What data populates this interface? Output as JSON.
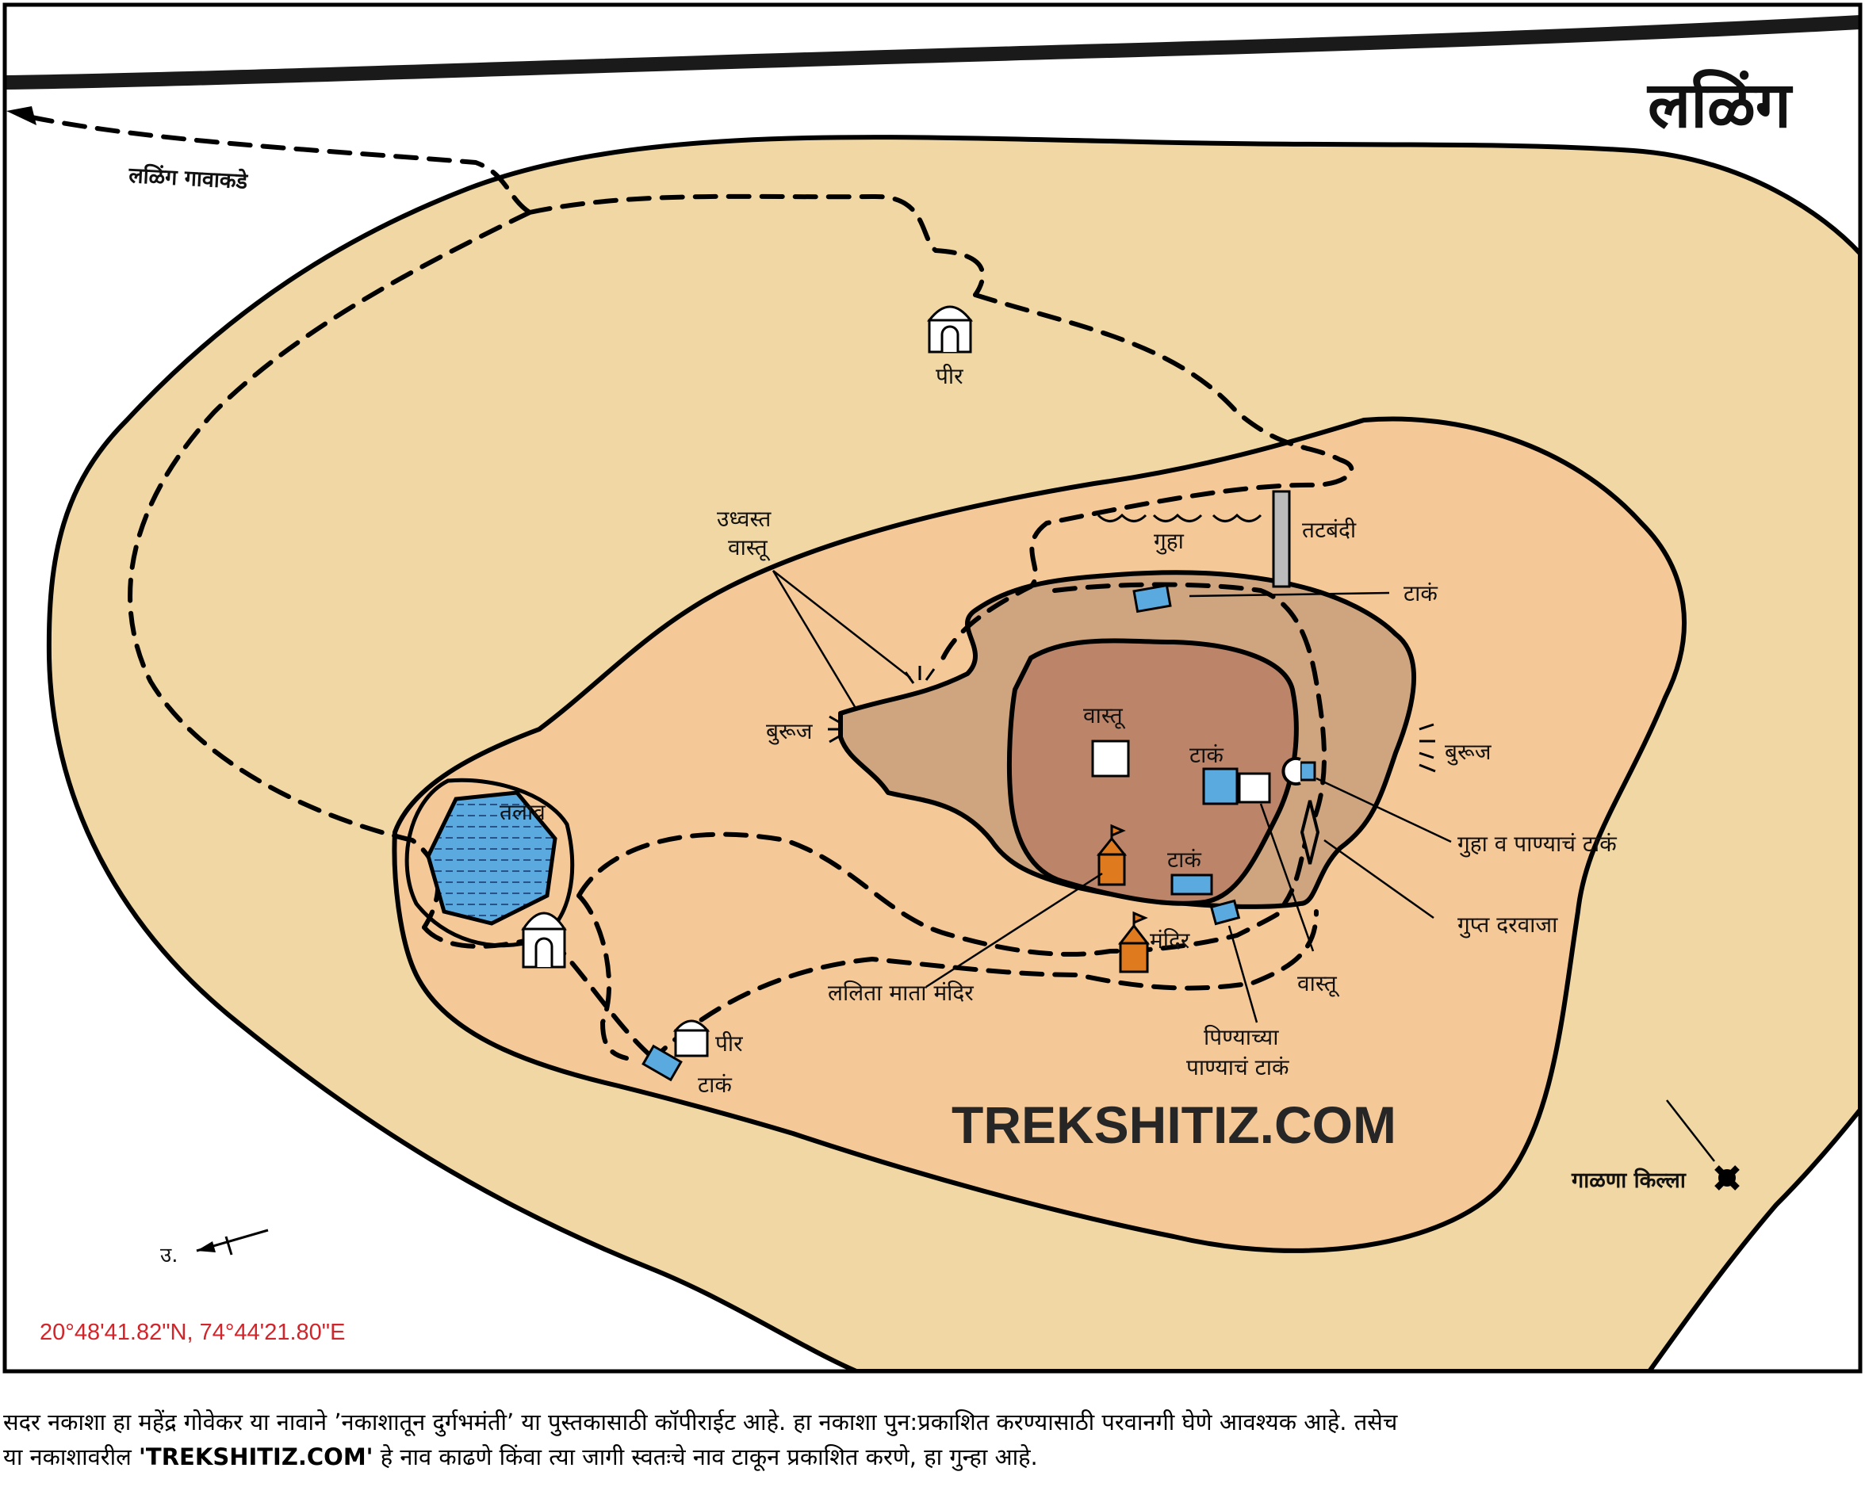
{
  "map": {
    "title": "लळिंग",
    "watermark": "TREKSHITIZ.COM",
    "coordinates": "20°48'41.82\"N, 74°44'21.80\"E",
    "north_label": "उ.",
    "route_label": "लळिंग गावाकडे",
    "colors": {
      "outer_land": "#f0d7a3",
      "plateau": "#f5c898",
      "fort_ring": "#cfa57f",
      "summit": "#bc8468",
      "water": "#5aa9df",
      "temple": "#e07a1f",
      "coord_text": "#d0262b"
    },
    "labels": {
      "ruins": [
        "उध्वस्त",
        "वास्तू"
      ],
      "caves": "गुहा",
      "rampart": "तटबंदी",
      "tank_top": "टाकं",
      "bastion_left": "बुरूज",
      "bastion_right": "बुरूज",
      "structure": "वास्तू",
      "tank_center": "टाकं",
      "tank_lower": "टाकं",
      "cave_tank": "गुहा व पाण्याचं टाकं",
      "secret_gate": "गुप्त दरवाजा",
      "structure_lower": "वास्तू",
      "drinking_tank": [
        "पिण्याच्या",
        "पाण्याचं टाकं"
      ],
      "temple": "मंदिर",
      "lalita_temple": "ललिता माता मंदिर",
      "lake": "तलाव",
      "peer_top": "पीर",
      "peer_bottom": "पीर",
      "tank_bottom": "टाकं",
      "galna_fort": "गाळणा किल्ला"
    }
  },
  "footer": {
    "line1": "सदर नकाशा हा महेंद्र गोवेकर या नावाने ’नकाशातून दुर्गभमंती’ या पुस्तकासाठी कॉपीराईट आहे. हा नकाशा पुन:प्रकाशित करण्यासाठी परवानगी घेणे आवश्यक आहे. तसेच",
    "line2_pre": "या नकाशावरील ",
    "line2_brand": "'TREKSHITIZ.COM'",
    "line2_post": " हे नाव काढणे किंवा त्या जागी स्वतःचे नाव टाकून प्रकाशित करणे, हा गुन्हा आहे."
  }
}
